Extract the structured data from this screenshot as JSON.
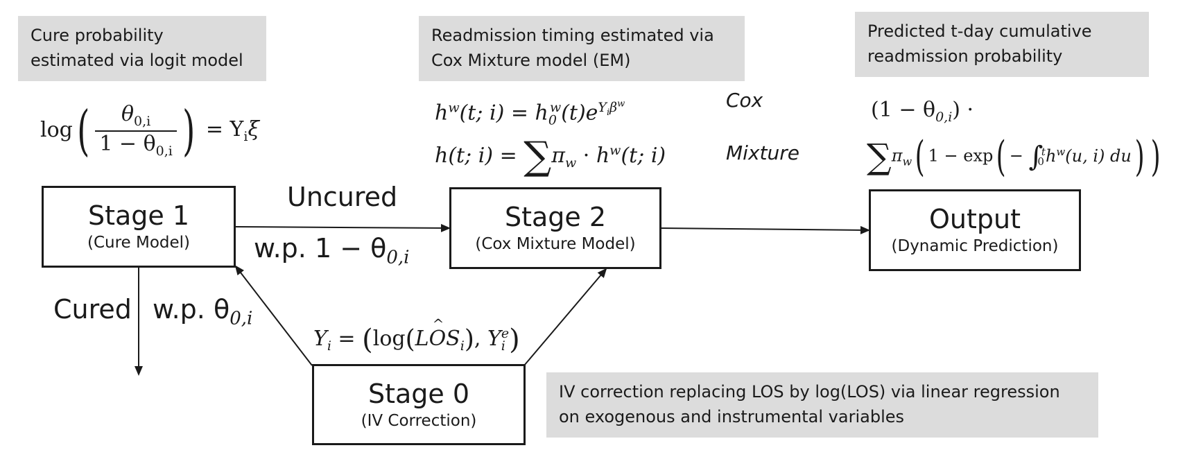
{
  "notes": {
    "stage1": "Cure probability\nestimated via logit model",
    "stage2": "Readmission timing estimated via\nCox Mixture model (EM)",
    "output": "Predicted t-day cumulative\nreadmission probability",
    "stage0": "IV correction replacing LOS by log(LOS) via linear regression\non exogenous and instrumental variables"
  },
  "boxes": {
    "stage1": {
      "title": "Stage 1",
      "subtitle": "(Cure Model)"
    },
    "stage2": {
      "title": "Stage 2",
      "subtitle": "(Cox Mixture Model)"
    },
    "output": {
      "title": "Output",
      "subtitle": "(Dynamic Prediction)"
    },
    "stage0": {
      "title": "Stage 0",
      "subtitle": "(IV Correction)"
    }
  },
  "edges": {
    "uncured": "Uncured",
    "uncured_prob": "w.p. 1 − θ",
    "uncured_prob_sub": "0,i",
    "cured": "Cured",
    "cured_prob": "w.p. θ",
    "cured_prob_sub": "0,i"
  },
  "equations": {
    "logit": {
      "log": "log",
      "num": "θ",
      "num_sub": "0,i",
      "den": "1 − θ",
      "den_sub": "0,i",
      "rhs": "= Y",
      "rhs_sub": "i",
      "rhs_tail": "ξ"
    },
    "cox": "Cox",
    "mixture": "Mixture",
    "output_line1": "(1 − θ",
    "output_line1_sub": "0,i",
    "output_line1_tail": ") ·",
    "iv": "Y"
  }
}
